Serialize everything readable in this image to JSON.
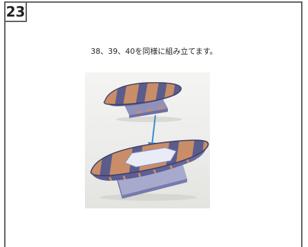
{
  "step": {
    "number": "23"
  },
  "instruction": {
    "text": "38、39、40を同様に組み立てます。"
  },
  "colors": {
    "frame": "#5f5f5f",
    "hull_deck": "#c98d68",
    "hull_stripe": "#5a5c8c",
    "hull_side": "#6a6ca6",
    "arrow": "#3d88c8",
    "deck_panel": "#e9ecf6"
  },
  "icons": {
    "illustration": "assembled-lifeboat-parts-photo",
    "arrow": "down-arrow-icon"
  }
}
